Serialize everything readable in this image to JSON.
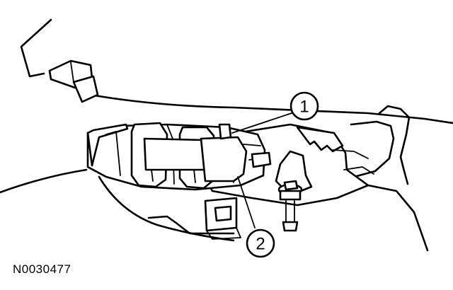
{
  "callouts": [
    {
      "label": "1"
    },
    {
      "label": "2"
    }
  ],
  "figure_id": "N0030477"
}
